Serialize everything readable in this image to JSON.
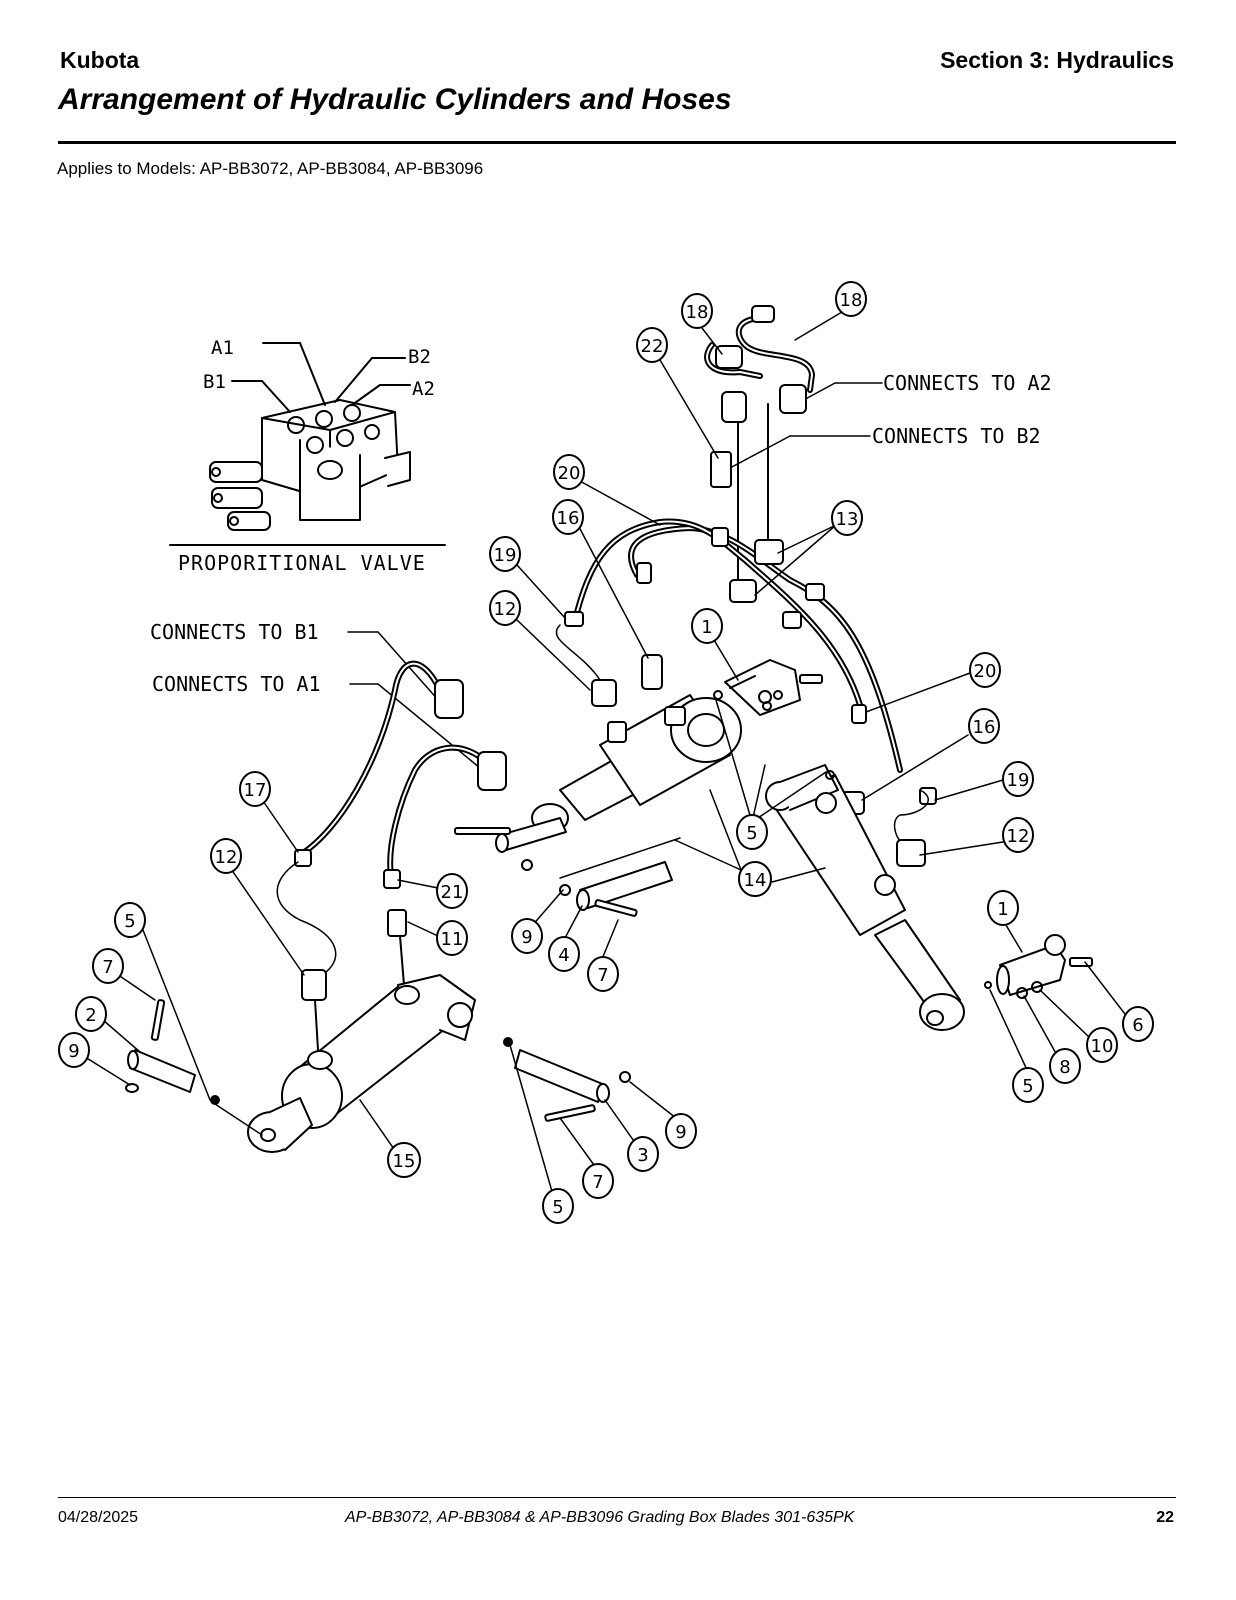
{
  "header": {
    "brand": "Kubota",
    "section": "Section 3: Hydraulics",
    "title": "Arrangement of Hydraulic Cylinders and Hoses",
    "applies": "Applies to Models: AP-BB3072, AP-BB3084, AP-BB3096"
  },
  "diagram": {
    "valve_caption": "PROPORITIONAL VALVE",
    "port_labels": [
      "A1",
      "B1",
      "B2",
      "A2"
    ],
    "callouts": [
      "CONNECTS TO A2",
      "CONNECTS TO B2",
      "CONNECTS TO B1",
      "CONNECTS TO A1"
    ],
    "balloons": [
      "18",
      "18",
      "22",
      "20",
      "16",
      "13",
      "19",
      "12",
      "1",
      "20",
      "16",
      "19",
      "12",
      "5",
      "14",
      "1",
      "6",
      "10",
      "8",
      "5",
      "17",
      "12",
      "21",
      "11",
      "9",
      "4",
      "7",
      "5",
      "7",
      "2",
      "9",
      "15",
      "5",
      "7",
      "3",
      "9"
    ]
  },
  "footer": {
    "date": "04/28/2025",
    "doc": "AP-BB3072, AP-BB3084 & AP-BB3096  Grading Box Blades  301-635PK",
    "page": "22"
  }
}
